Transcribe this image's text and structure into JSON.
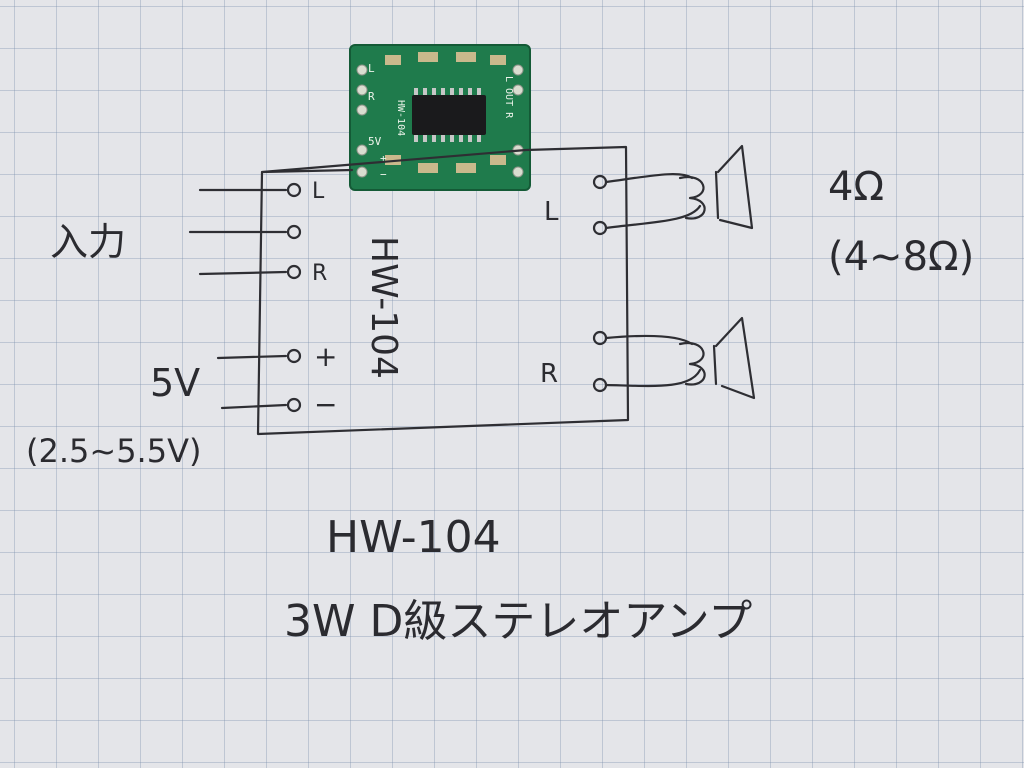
{
  "pcb": {
    "label_L": "L",
    "label_R": "R",
    "label_5v": "5V",
    "label_out": "L OUT R",
    "chip_label": "HW-104",
    "plus": "+",
    "minus": "−"
  },
  "diagram": {
    "input_label": "入力",
    "board_label": "HW-104",
    "in_L": "L",
    "in_R": "R",
    "pwr_plus": "+",
    "pwr_minus": "−",
    "out_L": "L",
    "out_R": "R",
    "power_label": "5V",
    "power_range": "(2.5~5.5V)",
    "impedance": "4Ω",
    "impedance_range": "(4~8Ω)"
  },
  "footer": {
    "model": "HW-104",
    "description": "3W D級ステレオアンプ"
  },
  "colors": {
    "ink": "#2e2e33",
    "pcb_green": "#1e7a4a",
    "paper": "#e4e5e9"
  }
}
